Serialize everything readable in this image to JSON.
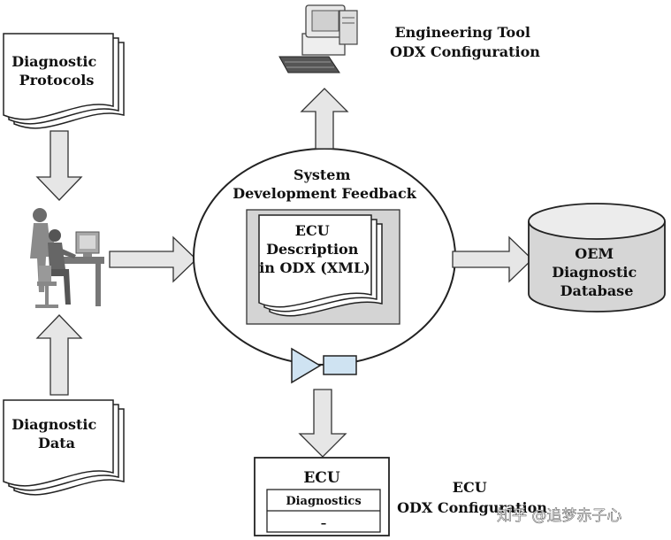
{
  "diagram": {
    "diagnostic_protocols": [
      "Diagnostic",
      "Protocols"
    ],
    "diagnostic_data": [
      "Diagnostic",
      "Data"
    ],
    "engineering_tool": [
      "Engineering Tool",
      "ODX Configuration"
    ],
    "system_feedback": [
      "System",
      "Development Feedback"
    ],
    "ecu_description": [
      "ECU",
      "Description",
      "in ODX (XML)"
    ],
    "oem_database": [
      "OEM",
      "Diagnostic",
      "Database"
    ],
    "ecu_box": {
      "title": "ECU",
      "diagnostics": "Diagnostics",
      "dash": "–"
    },
    "ecu_odx": [
      "ECU",
      "ODX Configuration"
    ],
    "watermark": "知乎 @追梦赤子心"
  }
}
